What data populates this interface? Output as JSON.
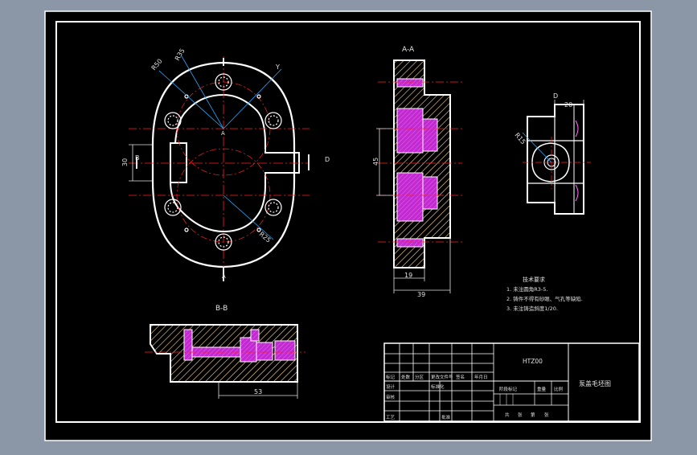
{
  "colors": {
    "background_window": "#8b97a6",
    "paper": "#000000",
    "line": "#ffffff",
    "center_line": "#ff2020",
    "hatch": "#ffd89a",
    "fill_section": "#c02bd0",
    "dimension": "#e0e0e0"
  },
  "views": {
    "section_aa_label": "A-A",
    "section_bb_label": "B-B",
    "detail_d_label": "D",
    "front_labels": {
      "r50": "R50",
      "r35": "R35",
      "r25": "R25",
      "dim_30": "30",
      "letter_b": "B",
      "letter_d": "D",
      "letter_a_top": "A",
      "letter_a_bottom": "A",
      "letter_y": "Y"
    },
    "aa_dims": {
      "d45": "45",
      "d19": "19",
      "d39": "39"
    },
    "bb_dims": {
      "d53": "53"
    },
    "detail_dims": {
      "r15": "R15",
      "d20": "20"
    }
  },
  "notes": {
    "title": "技术要求",
    "items": [
      "1. 未注圆角R3-5.",
      "2. 铸件不得有砂眼、气孔等缺陷.",
      "3. 未注铸造斜度1/20."
    ]
  },
  "title_block": {
    "part_code": "HTZ00",
    "drawing_name": "泵盖毛坯图",
    "col_labels": [
      "标记",
      "处数",
      "分区",
      "更改文件号",
      "签名",
      "年月日"
    ],
    "row_labels": [
      "设计",
      "审核",
      "工艺"
    ],
    "misc_labels": [
      "标准化",
      "批准",
      "阶段标记",
      "重量",
      "比例"
    ],
    "sheet_labels": [
      "共",
      "张",
      "第",
      "张"
    ]
  }
}
